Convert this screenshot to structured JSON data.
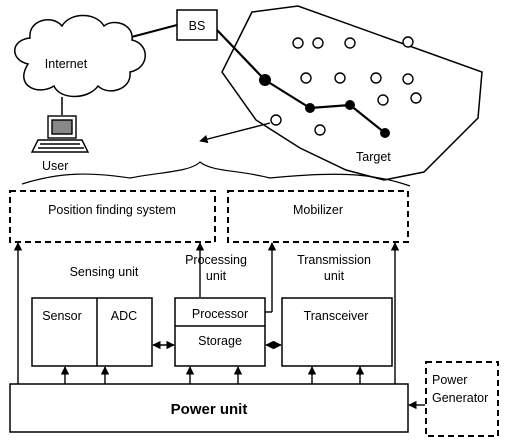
{
  "network": {
    "bs_label": "BS",
    "internet_label": "Internet",
    "user_label": "User",
    "target_label": "Target"
  },
  "blocks": {
    "position_finding": "Position finding system",
    "mobilizer": "Mobilizer",
    "sensing_unit": "Sensing unit",
    "processing_unit_line1": "Processing",
    "processing_unit_line2": "unit",
    "transmission_unit_line1": "Transmission",
    "transmission_unit_line2": "unit",
    "sensor": "Sensor",
    "adc": "ADC",
    "processor": "Processor",
    "storage": "Storage",
    "transceiver": "Transceiver",
    "power_unit": "Power unit",
    "power_generator_line1": "Power",
    "power_generator_line2": "Generator"
  },
  "colors": {
    "line": "#000000",
    "background": "#ffffff"
  }
}
